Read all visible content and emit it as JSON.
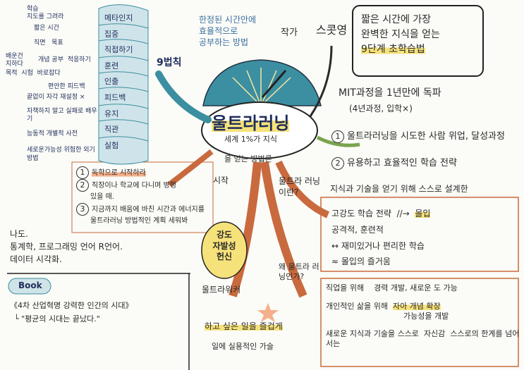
{
  "center": {
    "title": "울트라러닝",
    "subtitle": "세계 1%가 지식",
    "subtitle2": "을 얻는 방법론",
    "tagline": [
      "한정된 시간안에",
      "효율적으로",
      "공부하는 방법"
    ]
  },
  "author": {
    "label": "작가",
    "name": "스콧영",
    "desc": [
      "짧은 시간에 가장",
      "완벽한 지식을 얻는",
      "9단계 초학습법"
    ],
    "mit": "MIT과정을 1년만에 독파",
    "mit_sub": "(4년과정, 입학×)"
  },
  "points": [
    {
      "num": "1",
      "text": "울트라러닝을 시도한 사람 위업, 달성과정"
    },
    {
      "num": "2",
      "text": "유용하고 효율적인 학습 전략"
    }
  ],
  "rules": {
    "label": "9법칙",
    "bubbles": [
      {
        "text": "메타인지"
      },
      {
        "text": "집중"
      },
      {
        "text": "직접하기"
      },
      {
        "text": "훈련"
      },
      {
        "text": "인출"
      },
      {
        "text": "피드백"
      },
      {
        "text": "유지"
      },
      {
        "text": "직관"
      },
      {
        "text": "실험"
      }
    ],
    "notes": [
      {
        "text": "학습\n지도를 그려라"
      },
      {
        "text": "짧은 시간"
      },
      {
        "text": "직면"
      },
      {
        "text": "목표"
      },
      {
        "text": "목적"
      },
      {
        "text": "배운건\n지하다"
      },
      {
        "text": "개념 공부"
      },
      {
        "text": "적응하기"
      },
      {
        "text": "바로잡다"
      },
      {
        "text": "시험"
      },
      {
        "text": "끝없이 자각"
      },
      {
        "text": "편안한 피드백"
      },
      {
        "text": "재설정 ×"
      },
      {
        "text": "실패로 배우기"
      },
      {
        "text": "자책하지 말고"
      },
      {
        "text": "능동적"
      },
      {
        "text": "개별적 사전"
      },
      {
        "text": "세로운가능성"
      },
      {
        "text": "위험한 외기 방법"
      }
    ]
  },
  "start": {
    "label": "시작",
    "items": [
      {
        "num": "1",
        "text": "독학으로 시작하라"
      },
      {
        "num": "2",
        "text": "직장이나 학교에 다니며 병행",
        "text2": "있을 때."
      },
      {
        "num": "3",
        "text": "지금까지 배움에 바친 시간과 에너지를",
        "text2": "울트라러닝 방법적인 계획 세워봐"
      }
    ]
  },
  "me": {
    "label": "나도.",
    "lines": [
      "통계학, 프로그래밍 언어 R언어.",
      "데이터 시각화."
    ]
  },
  "book": {
    "label": "Book",
    "lines": [
      "《4차 산업혁명 강력한 인간의 시대》",
      "└ \"평균의 시대는 끝났다.\""
    ]
  },
  "what": {
    "label": "울트라 러닝 이란?",
    "def": "지식과 기술을 얻기 위해 스스로 설계한",
    "items": [
      {
        "text": "고강도 학습 전략",
        "arrow": "//→",
        "result": "몰입"
      },
      {
        "text": "공격적, 훈련적"
      },
      {
        "text": "↔ 재미있거나 편리한 학습"
      },
      {
        "text": "≈ 몰입의 즐거움"
      }
    ]
  },
  "strong": {
    "label": "강도\n자발성\n헌신"
  },
  "why": {
    "label": "왜 울트라 러닝인가?",
    "items": [
      {
        "text": "직업을 위해",
        "detail": "경력 개발, 새로운 도 가능"
      },
      {
        "text": "개인적인 삶을 위해",
        "detail": "자아 개념 확장",
        "detail2": "가능성을 개발"
      },
      {
        "text": "새로운 지식과 기술을 스스로",
        "detail": "자신감",
        "detail2": "스스로의 한계를 넘어서는"
      }
    ]
  },
  "ultraworker": {
    "label": "울트라워커",
    "items": [
      {
        "text": "하고 싶은 일을 즐겁게"
      },
      {
        "text": "일에 실용적인 가술"
      }
    ]
  },
  "colors": {
    "red": "#c96a3e",
    "teal": "#3b8fa0",
    "yellow": "#f6e27a",
    "navy": "#1e2d5c",
    "green": "#7aa34f"
  }
}
